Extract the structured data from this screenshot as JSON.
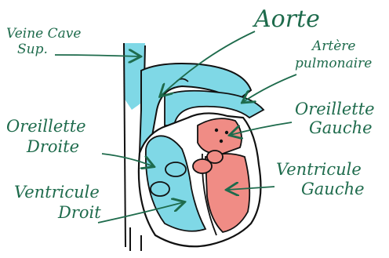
{
  "labels": {
    "vena_cava": "Veine Cave Sup.",
    "vena_cava_l1": "Veine Cave",
    "vena_cava_l2": "Sup.",
    "aorte": "Aorte",
    "arteria_l1": "Artère",
    "arteria_l2": "pulmonaire",
    "oreillette_droite_l1": "Oreillette",
    "oreillette_droite_l2": "Droite",
    "oreillette_gauche_l1": "Oreillette",
    "oreillette_gauche_l2": "Gauche",
    "ventricule_droit_l1": "Ventricule",
    "ventricule_droit_l2": "Droit",
    "ventricule_gauche_l1": "Ventricule",
    "ventricule_gauche_l2": "Gauche"
  },
  "colors": {
    "ink": "#1e6b4c",
    "blood_oxygen_poor": "#7fd8e6",
    "blood_oxygen_rich": "#f08c85",
    "outline": "#111111"
  }
}
